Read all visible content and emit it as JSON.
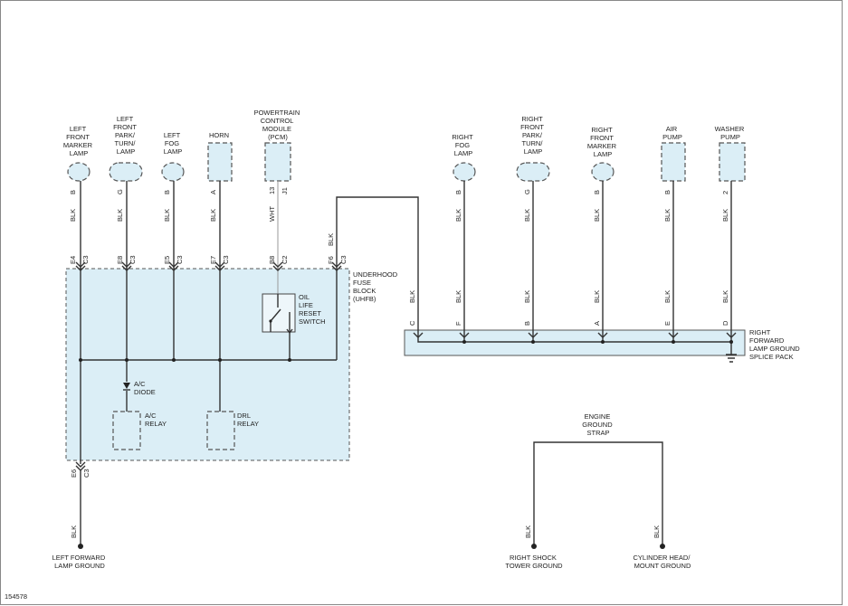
{
  "diagram_id": "154578",
  "top_components": [
    {
      "id": "lf-marker",
      "lines": [
        "LEFT",
        "FRONT",
        "MARKER",
        "LAMP"
      ],
      "pin": "B",
      "wire": "BLK",
      "conn_pin": "E4",
      "conn": "C3"
    },
    {
      "id": "lf-park",
      "lines": [
        "LEFT",
        "FRONT",
        "PARK/",
        "TURN/",
        "LAMP"
      ],
      "pin": "G",
      "wire": "BLK",
      "conn_pin": "E8",
      "conn": "C3"
    },
    {
      "id": "lf-fog",
      "lines": [
        "LEFT",
        "FOG",
        "LAMP"
      ],
      "pin": "B",
      "wire": "BLK",
      "conn_pin": "E5",
      "conn": "C3"
    },
    {
      "id": "horn",
      "lines": [
        "HORN"
      ],
      "pin": "A",
      "wire": "BLK",
      "conn_pin": "E7",
      "conn": "C3"
    },
    {
      "id": "pcm",
      "lines": [
        "POWERTRAIN",
        "CONTROL",
        "MODULE",
        "(PCM)"
      ],
      "pin": "13",
      "pin2": "J1",
      "wire": "WHT",
      "conn_pin": "B8",
      "conn": "C2"
    }
  ],
  "f6_connector": {
    "wire": "BLK",
    "conn_pin": "F6",
    "conn": "C3"
  },
  "right_components": [
    {
      "id": "r-fog",
      "lines": [
        "RIGHT",
        "FOG",
        "LAMP"
      ],
      "pin": "B",
      "wire": "BLK",
      "splice_wire": "BLK",
      "splice_pin": "F"
    },
    {
      "id": "rf-park",
      "lines": [
        "RIGHT",
        "FRONT",
        "PARK/",
        "TURN/",
        "LAMP"
      ],
      "pin": "G",
      "wire": "BLK",
      "splice_wire": "BLK",
      "splice_pin": "B"
    },
    {
      "id": "rf-marker",
      "lines": [
        "RIGHT",
        "FRONT",
        "MARKER",
        "LAMP"
      ],
      "pin": "B",
      "wire": "BLK",
      "splice_wire": "BLK",
      "splice_pin": "A"
    },
    {
      "id": "air-pump",
      "lines": [
        "AIR",
        "PUMP"
      ],
      "pin": "B",
      "wire": "BLK",
      "splice_wire": "BLK",
      "splice_pin": "E"
    },
    {
      "id": "washer",
      "lines": [
        "WASHER",
        "PUMP"
      ],
      "pin": "2",
      "wire": "BLK",
      "splice_wire": "BLK",
      "splice_pin": "D"
    }
  ],
  "splice_c": {
    "wire": "BLK",
    "pin": "C"
  },
  "fuse_block_label": [
    "UNDERHOOD",
    "FUSE",
    "BLOCK",
    "(UHFB)"
  ],
  "switch_label": [
    "OIL",
    "LIFE",
    "RESET",
    "SWITCH"
  ],
  "diode_label": [
    "A/C",
    "DIODE"
  ],
  "ac_relay_label": [
    "A/C",
    "RELAY"
  ],
  "drl_relay_label": [
    "DRL",
    "RELAY"
  ],
  "splice_pack_label": [
    "RIGHT",
    "FORWARD",
    "LAMP GROUND",
    "SPLICE PACK"
  ],
  "bottom_conn": {
    "conn_pin": "E6",
    "conn": "C3",
    "wire": "BLK"
  },
  "left_ground": {
    "wire": "BLK",
    "lines": [
      "LEFT FORWARD",
      "LAMP GROUND"
    ]
  },
  "engine_strap_label": [
    "ENGINE",
    "GROUND",
    "STRAP"
  ],
  "shock_ground": {
    "wire": "BLK",
    "lines": [
      "RIGHT SHOCK",
      "TOWER GROUND"
    ]
  },
  "cyl_ground": {
    "wire": "BLK",
    "lines": [
      "CYLINDER HEAD/",
      "MOUNT GROUND"
    ]
  }
}
